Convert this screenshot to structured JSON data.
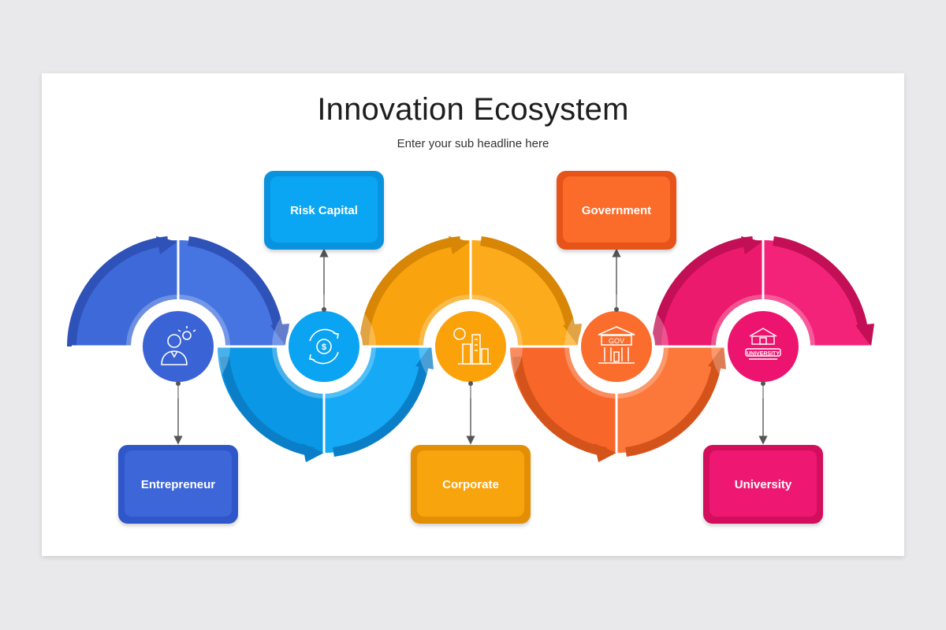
{
  "title": "Innovation Ecosystem",
  "subtitle": "Enter your sub headline here",
  "colors": {
    "blue": "#3a63d6",
    "sky": "#0aa4f2",
    "amber": "#fba10a",
    "orange": "#fb6d2c",
    "pink": "#ed1470"
  },
  "nodes": [
    {
      "label": "Entrepreneur",
      "icon": "entrepreneur-icon",
      "color": "#3a63d6"
    },
    {
      "label": "Risk Capital",
      "icon": "money-cycle-icon",
      "color": "#0aa4f2"
    },
    {
      "label": "Corporate",
      "icon": "corporate-buildings-icon",
      "color": "#fba10a"
    },
    {
      "label": "Government",
      "icon": "government-building-icon",
      "color": "#fb6d2c",
      "icon_text": "GOV"
    },
    {
      "label": "University",
      "icon": "university-building-icon",
      "color": "#ed1470",
      "icon_text": "UNIVERSITY"
    }
  ]
}
